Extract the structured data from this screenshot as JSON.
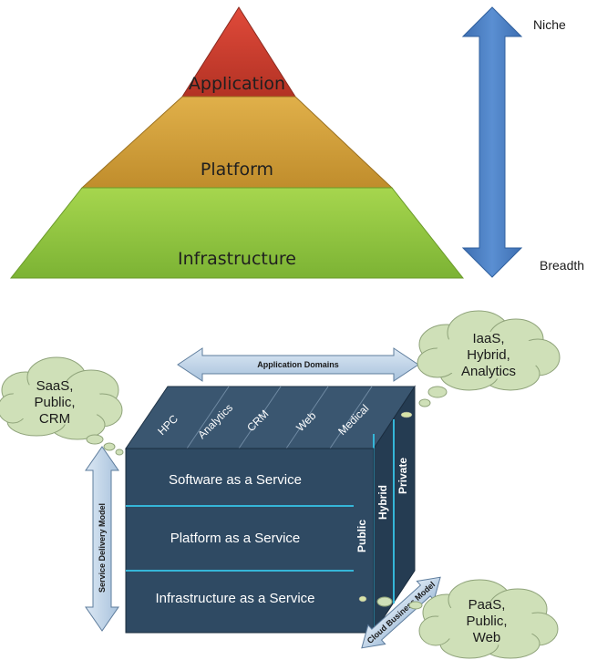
{
  "pyramid": {
    "layers": [
      "Application",
      "Platform",
      "Infrastructure"
    ],
    "arrow_top_label": "Niche",
    "arrow_bottom_label": "Breadth",
    "colors": {
      "top": "#c0392b",
      "middle": "#d4a23a",
      "bottom": "#8cc23f",
      "arrow": "#4a7fc1"
    }
  },
  "cube": {
    "top_columns": [
      "HPC",
      "Analytics",
      "CRM",
      "Web",
      "Medical"
    ],
    "front_rows": [
      "Software as a Service",
      "Platform as a Service",
      "Infrastructure as a Service"
    ],
    "side_columns": [
      "Public",
      "Hybrid",
      "Private"
    ],
    "colors": {
      "front": "#2f4a63",
      "side": "#253c52",
      "top": "#3a5670",
      "divider": "#35b6d8"
    }
  },
  "arrows": {
    "horizontal": "Application Domains",
    "vertical": "Service Delivery Model",
    "diagonal": "Cloud Business Model"
  },
  "clouds": {
    "top_right": [
      "IaaS,",
      "Hybrid,",
      "Analytics"
    ],
    "left": [
      "SaaS,",
      "Public,",
      "CRM"
    ],
    "bottom_right": [
      "PaaS,",
      "Public,",
      "Web"
    ],
    "color": "#cfe0b8"
  }
}
